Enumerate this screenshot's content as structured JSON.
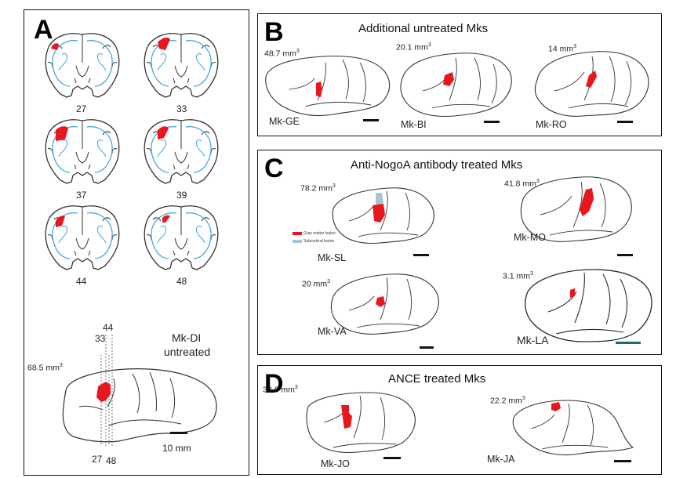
{
  "panels": {
    "A": {
      "label": "A",
      "sections": [
        "27",
        "33",
        "37",
        "39",
        "44",
        "48"
      ],
      "top_ticks": {
        "t44": "44",
        "t33": "33"
      },
      "bottom_ticks": {
        "t27": "27",
        "t48": "48"
      },
      "title_line1": "Mk-DI",
      "title_line2": "untreated",
      "volume": "68.5 mm",
      "scale_label": "10 mm"
    },
    "B": {
      "label": "B",
      "title": "Additional untreated Mks",
      "monkeys": [
        {
          "name": "Mk-GE",
          "volume": "48.7 mm"
        },
        {
          "name": "Mk-BI",
          "volume": "20.1 mm"
        },
        {
          "name": "Mk-RO",
          "volume": "14 mm"
        }
      ]
    },
    "C": {
      "label": "C",
      "title": "Anti-NogoA antibody treated Mks",
      "monkeys": [
        {
          "name": "Mk-SL",
          "volume": "78.2 mm"
        },
        {
          "name": "Mk-MO",
          "volume": "41.8 mm"
        },
        {
          "name": "Mk-VA",
          "volume": "20 mm"
        },
        {
          "name": "Mk-LA",
          "volume": "3.1 mm"
        }
      ],
      "legend": {
        "gray": "Gray matter lesion",
        "sub": "Subcortical lesion"
      }
    },
    "D": {
      "label": "D",
      "title": "ANCE treated Mks",
      "monkeys": [
        {
          "name": "Mk-JO",
          "volume": "33.6 mm"
        },
        {
          "name": "Mk-JA",
          "volume": "22.2 mm"
        }
      ]
    }
  },
  "units_superscript": "3",
  "colors": {
    "lesion": "#e8171d",
    "white_matter": "#3aa5dc",
    "subcortical": "#a9c4d6",
    "outline": "#333333",
    "teal_bar": "#1c6a78"
  }
}
